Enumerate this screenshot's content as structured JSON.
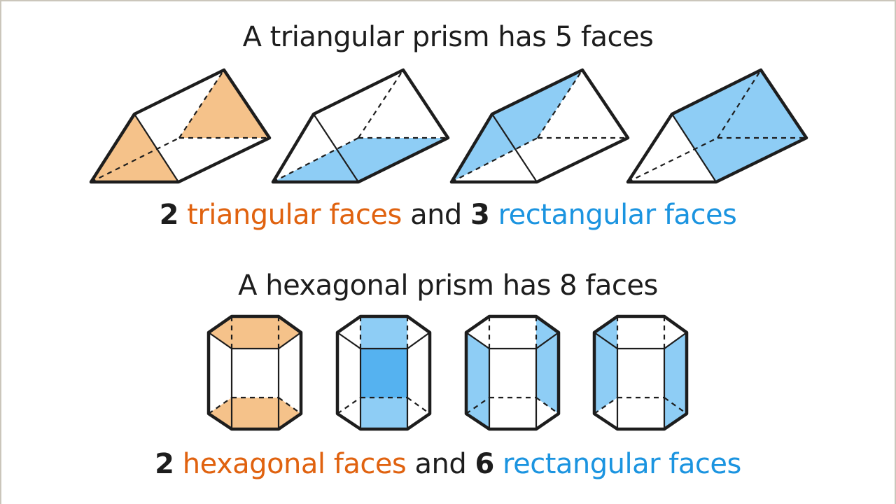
{
  "colors": {
    "orange_fill": "#f5c28a",
    "blue_fill": "#8ecdf5",
    "blue_overlap_fill": "#55b2f0",
    "orange_text": "#e0620f",
    "blue_text": "#1b94e0",
    "outline": "#1d1d1d"
  },
  "triangular_section": {
    "heading": "A triangular prism has 5 faces",
    "summary": {
      "count_a": "2",
      "label_a": "triangular faces",
      "joiner": "and",
      "count_b": "3",
      "label_b": "rectangular faces"
    },
    "prisms": [
      {
        "highlight": "both triangular end faces",
        "fill": "orange"
      },
      {
        "highlight": "bottom rectangular face",
        "fill": "blue"
      },
      {
        "highlight": "left rectangular face",
        "fill": "blue"
      },
      {
        "highlight": "right rectangular face",
        "fill": "blue"
      }
    ]
  },
  "hexagonal_section": {
    "heading": "A hexagonal prism has 8 faces",
    "summary": {
      "count_a": "2",
      "label_a": "hexagonal faces",
      "joiner": "and",
      "count_b": "6",
      "label_b": "rectangular faces"
    },
    "prisms": [
      {
        "highlight": "top and bottom hexagonal faces",
        "fill": "orange"
      },
      {
        "highlight": "front and back rectangular faces",
        "fill": "blue"
      },
      {
        "highlight": "front-left and back-right rectangular faces",
        "fill": "blue"
      },
      {
        "highlight": "back-left and front-right rectangular faces",
        "fill": "blue"
      }
    ]
  }
}
